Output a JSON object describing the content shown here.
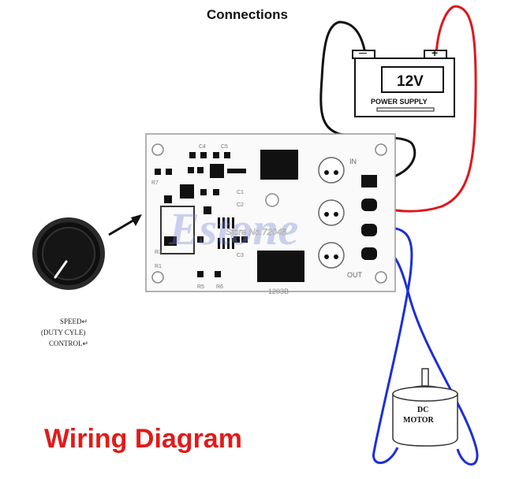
{
  "header": {
    "title": "Connections"
  },
  "battery": {
    "voltage": "12V",
    "label": "POWER SUPPLY",
    "minus": "—",
    "plus": "+"
  },
  "board": {
    "terminal_in": "IN",
    "terminal_out": "OUT",
    "model": "1203B",
    "watermark": "Estone",
    "store_text": "Store No.72048",
    "silkscreen": [
      "C4",
      "C5",
      "R7",
      "C1",
      "C2",
      "R5",
      "R6",
      "C3",
      "R3",
      "R1"
    ]
  },
  "knob": {
    "caption_lines": [
      "SPEED↵",
      "(DUTY CYLE)",
      "CONTROL↵"
    ]
  },
  "motor": {
    "line1": "DC",
    "line2": "MOTOR"
  },
  "footer": {
    "title": "Wiring Diagram"
  },
  "colors": {
    "positive_wire": "#e0161c",
    "negative_wire": "#111111",
    "motor_wire": "#1d2fd8",
    "title_red": "#e11b1b"
  }
}
